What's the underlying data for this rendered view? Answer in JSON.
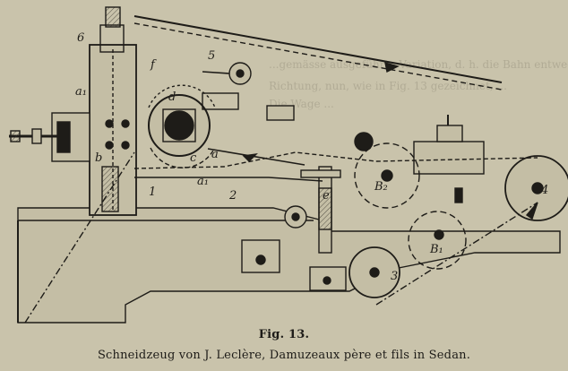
{
  "figure": {
    "number": "Fig. 13.",
    "caption": "Schneidzeug von J. Leclère, Damuzeaux père et fils in Sedan."
  },
  "part_labels": {
    "l1": "1",
    "l2": "2",
    "l3": "3",
    "l4": "4",
    "l5": "5",
    "l6": "6",
    "b1": "B₁",
    "b2": "B₂",
    "c": "c",
    "d": "d",
    "e": "e",
    "f": "f",
    "a": "a",
    "a1": "a₁",
    "b": "b"
  },
  "bleedthrough": [
    "...gemässe ausgeführte Variation, d. h. die Bahn entweder ...",
    "Richtung, nun, wie in Fig. 13 gezeichnet, ...",
    "Die Wage ..."
  ],
  "colors": {
    "paper": "#c9c3ab",
    "ink": "#1e1c18",
    "shade": "#8f8a78"
  }
}
